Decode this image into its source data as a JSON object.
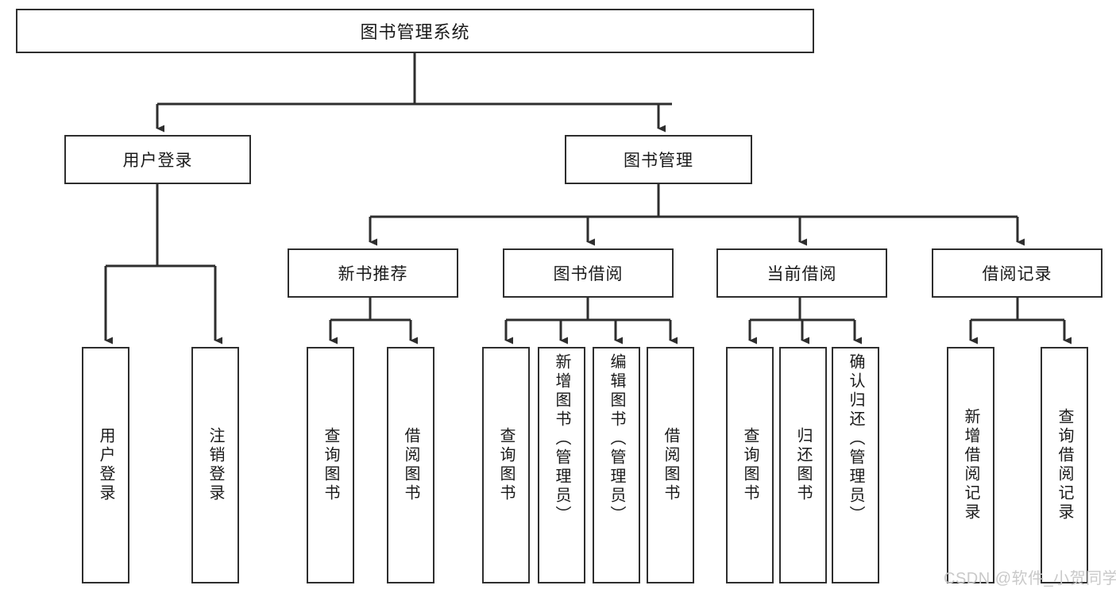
{
  "diagram": {
    "type": "tree",
    "title": "图书管理系统",
    "orientation": "top-down",
    "colors": {
      "border": "#2e2e2e",
      "background": "#ffffff",
      "text": "#1a1a1a",
      "connector": "#2e2e2e",
      "watermark": "#c9c9c9"
    }
  },
  "root": {
    "label": "图书管理系统"
  },
  "level2": [
    {
      "label": "用户登录"
    },
    {
      "label": "图书管理"
    }
  ],
  "level3": [
    {
      "label": "新书推荐"
    },
    {
      "label": "图书借阅"
    },
    {
      "label": "当前借阅"
    },
    {
      "label": "借阅记录"
    }
  ],
  "leaves": {
    "user_login": [
      {
        "label": "用户登录"
      },
      {
        "label": "注销登录"
      }
    ],
    "new_book": [
      {
        "label": "查询图书"
      },
      {
        "label": "借阅图书"
      }
    ],
    "book_borrow": [
      {
        "label": "查询图书"
      },
      {
        "label": "新增图书（管理员）"
      },
      {
        "label": "编辑图书（管理员）"
      },
      {
        "label": "借阅图书"
      }
    ],
    "current_borrow": [
      {
        "label": "查询图书"
      },
      {
        "label": "归还图书"
      },
      {
        "label": "确认归还（管理员）"
      }
    ],
    "borrow_record": [
      {
        "label": "新增借阅记录"
      },
      {
        "label": "查询借阅记录"
      }
    ]
  },
  "watermark": {
    "text": "CSDN @软件_小贺同学"
  }
}
